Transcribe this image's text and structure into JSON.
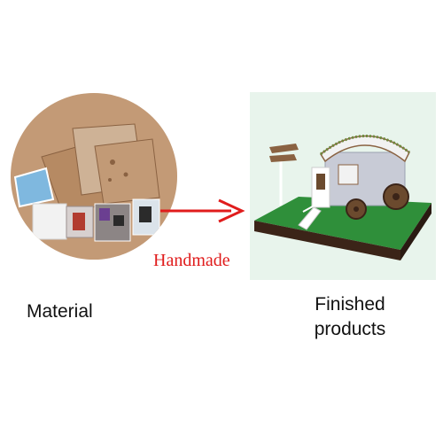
{
  "labels": {
    "handmade": "Handmade",
    "material": "Material",
    "finished": "Finished products"
  },
  "colors": {
    "arrow": "#e01c1c",
    "cardboard": "#c9a27f",
    "grass": "#2f8f3a",
    "base": "#3b2418",
    "caravan_body": "#c8cbd6",
    "caravan_roof": "#f2f2f2"
  },
  "images": {
    "left": "material-kit-photo",
    "right": "finished-caravan-diorama-photo"
  }
}
